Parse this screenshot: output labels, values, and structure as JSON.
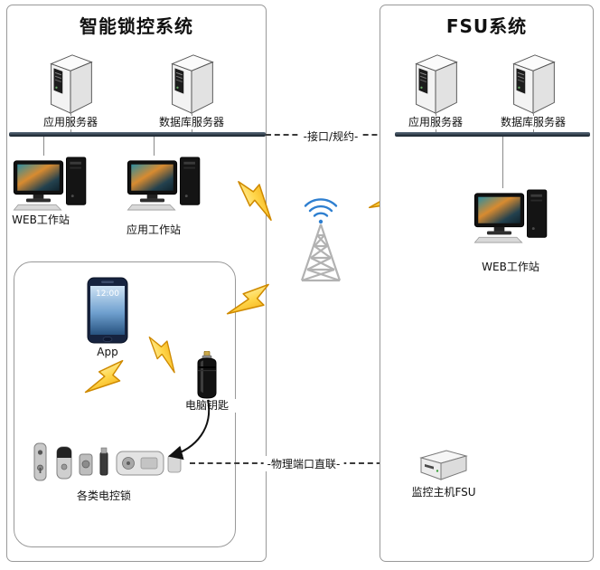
{
  "diagram": {
    "left_panel": {
      "title": "智能锁控系统",
      "servers": [
        {
          "label": "应用服务器"
        },
        {
          "label": "数据库服务器"
        }
      ],
      "workstations": [
        {
          "label": "WEB工作站"
        },
        {
          "label": "应用工作站"
        }
      ],
      "devices": {
        "app_label": "App",
        "phone_time": "12:00",
        "key_label": "电脑钥匙",
        "locks_label": "各类电控锁"
      }
    },
    "right_panel": {
      "title": "FSU系统",
      "servers": [
        {
          "label": "应用服务器"
        },
        {
          "label": "数据库服务器"
        }
      ],
      "workstation_label": "WEB工作站",
      "fsu_label": "监控主机FSU"
    },
    "links": {
      "interface_label": "-接口/规约-",
      "physical_label": "-物理端口直联-"
    }
  },
  "icons": {
    "server": "server-tower-icon",
    "workstation": "desktop-workstation-icon",
    "smartphone": "smartphone-icon",
    "electronic_key": "electronic-key-icon",
    "locks": "electric-locks-icon",
    "fsu_host": "fsu-host-box-icon",
    "radio_tower": "radio-tower-icon",
    "wifi": "wifi-signal-icon",
    "lightning": "lightning-bolt-icon",
    "arrow": "curved-arrow-icon"
  },
  "colors": {
    "panel_border": "#9a9a9a",
    "bus_bar": "#1f2b38",
    "bolt_fill": "#ffd64a",
    "bolt_edge": "#cf8a00",
    "wifi_blue": "#2e7fd0",
    "dashed_line": "#3a3a3a"
  }
}
